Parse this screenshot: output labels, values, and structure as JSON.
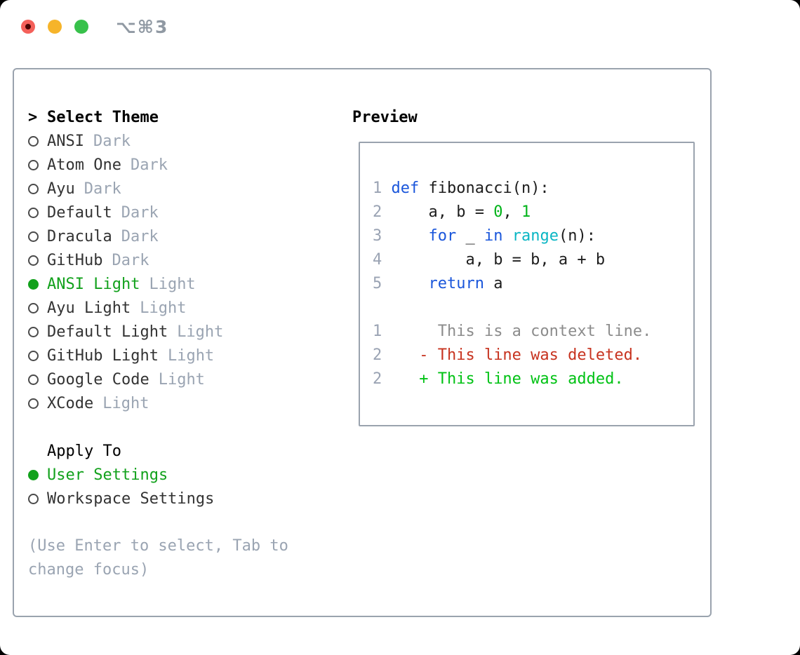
{
  "window": {
    "title": "⌥⌘3"
  },
  "theme_picker": {
    "header_marker": ">",
    "header": "Select Theme",
    "items": [
      {
        "name": "ANSI",
        "variant": "Dark",
        "selected": false
      },
      {
        "name": "Atom One",
        "variant": "Dark",
        "selected": false
      },
      {
        "name": "Ayu",
        "variant": "Dark",
        "selected": false
      },
      {
        "name": "Default",
        "variant": "Dark",
        "selected": false
      },
      {
        "name": "Dracula",
        "variant": "Dark",
        "selected": false
      },
      {
        "name": "GitHub",
        "variant": "Dark",
        "selected": false
      },
      {
        "name": "ANSI Light",
        "variant": "Light",
        "selected": true
      },
      {
        "name": "Ayu Light",
        "variant": "Light",
        "selected": false
      },
      {
        "name": "Default Light",
        "variant": "Light",
        "selected": false
      },
      {
        "name": "GitHub Light",
        "variant": "Light",
        "selected": false
      },
      {
        "name": "Google Code",
        "variant": "Light",
        "selected": false
      },
      {
        "name": "XCode",
        "variant": "Light",
        "selected": false
      }
    ]
  },
  "apply_to": {
    "header": "Apply To",
    "options": [
      {
        "name": "User Settings",
        "selected": true
      },
      {
        "name": "Workspace Settings",
        "selected": false
      }
    ]
  },
  "help_text": "(Use Enter to select, Tab to change focus)",
  "preview": {
    "label": "Preview",
    "code_lines": [
      [
        "1 ",
        "def",
        " fibonacci(n):"
      ],
      [
        "2 ",
        "    a, b = ",
        "0",
        ", ",
        "1"
      ],
      [
        "3 ",
        "    ",
        "for",
        " _ ",
        "in",
        " ",
        "range",
        "(n):"
      ],
      [
        "4 ",
        "        a, b = b, a + b"
      ],
      [
        "5 ",
        "    ",
        "return",
        " a"
      ],
      [
        "1",
        "      This is a context line."
      ],
      [
        "2",
        "    - This line was deleted."
      ],
      [
        "2",
        "    + This line was added."
      ]
    ]
  },
  "colors": {
    "selection_green": "#12a11c",
    "keyword_blue": "#1a56db",
    "builtin_cyan": "#0ab6c4",
    "number_green": "#00b319",
    "diff_deleted_red": "#c7331f",
    "diff_added_green": "#00c214",
    "muted_gray": "#9aa4b2",
    "border_gray": "#9aa3ae",
    "traffic_red": "#f4605a",
    "traffic_yellow": "#f6b42a",
    "traffic_green": "#38c14b"
  }
}
